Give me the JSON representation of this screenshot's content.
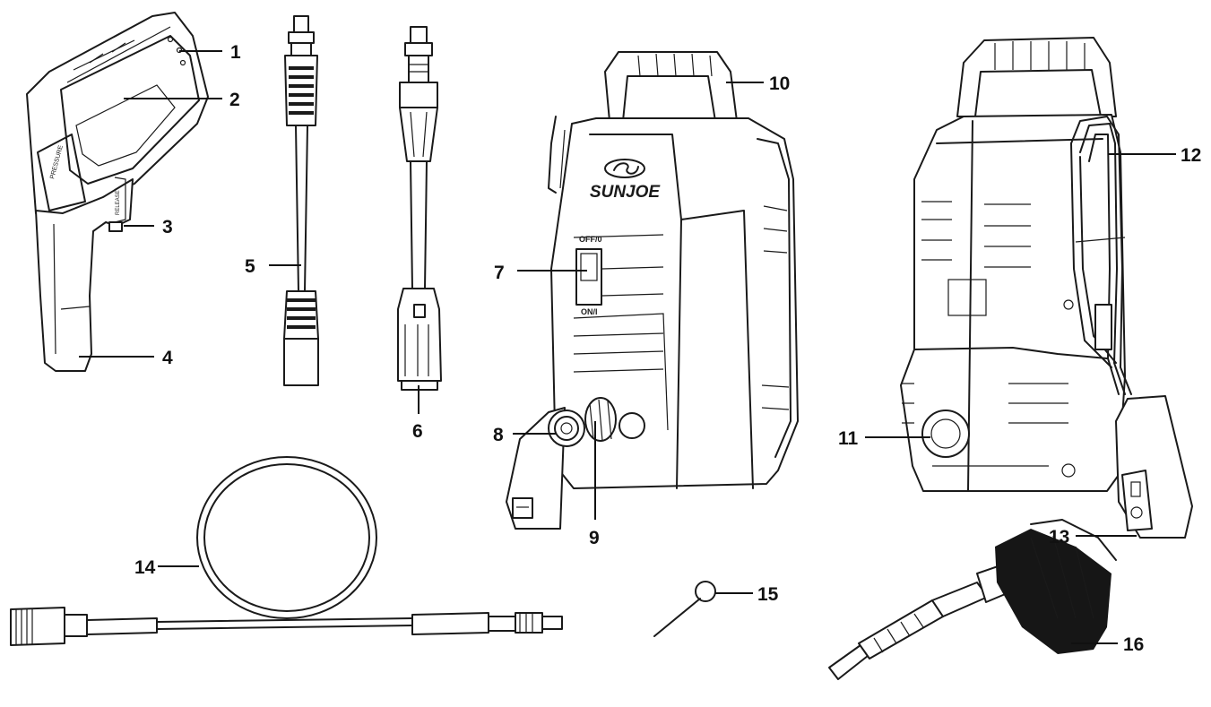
{
  "brand": "SUNJOE",
  "switch_labels": {
    "off": "OFF/0",
    "on": "ON/I"
  },
  "gun_labels": {
    "release": "RELEASE"
  },
  "callouts": [
    "1",
    "2",
    "3",
    "4",
    "5",
    "6",
    "7",
    "8",
    "9",
    "10",
    "11",
    "12",
    "13",
    "14",
    "15",
    "16"
  ],
  "colors": {
    "line": "#1a1a1a",
    "background": "#ffffff",
    "brush": "#161616"
  }
}
